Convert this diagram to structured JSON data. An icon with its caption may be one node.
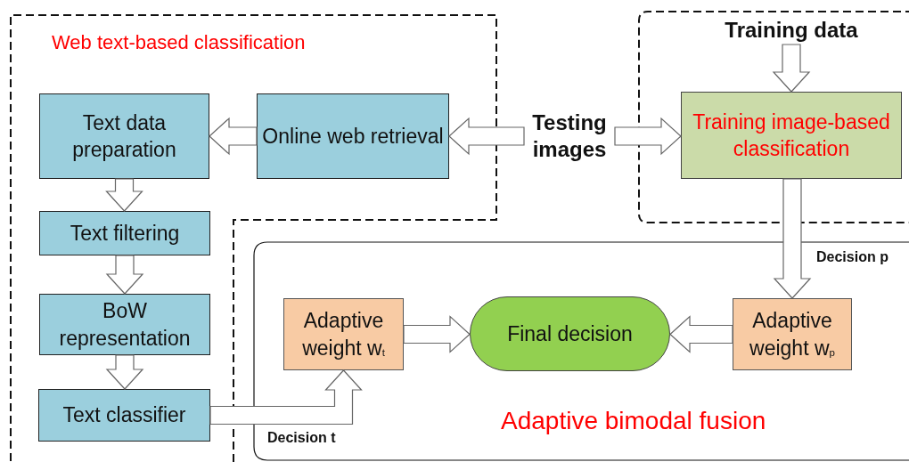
{
  "diagram": {
    "nodes": [
      {
        "text": [
          "Web text-based classification"
        ]
      },
      {
        "text": [
          "Text data preparation"
        ],
        "in": 0
      },
      {
        "text": [
          "Online web retrieval"
        ],
        "in": 0
      },
      {
        "text": [
          "Text filtering"
        ],
        "in": 0
      },
      {
        "text": [
          "BoW representation"
        ],
        "in": 0
      },
      {
        "text": [
          "Text classifier"
        ],
        "in": 0
      },
      {
        "text": [
          "Testing images"
        ]
      },
      {
        "text": [],
        "shape": "box"
      },
      {
        "text": [
          "Training data"
        ],
        "in": 7
      },
      {
        "text": [
          "Training image-based classification"
        ],
        "in": 7
      },
      {
        "text": [
          "Adaptive bimodal fusion"
        ]
      },
      {
        "text": [
          "Adaptive weight w$_{t}$"
        ]
      },
      {
        "text": [
          "Final decision"
        ],
        "in": 10
      },
      {
        "text": [
          "Adaptive weight w$_{p}$"
        ],
        "in": 10
      }
    ],
    "edges": [
      {
        "from": 6,
        "to": 2,
        "arrow": "to"
      },
      {
        "from": 2,
        "to": 1,
        "arrow": "to"
      },
      {
        "from": 6,
        "to": 9,
        "arrow": "to"
      },
      {
        "from": 8,
        "to": 9,
        "arrow": "to"
      },
      {
        "from": 1,
        "to": 3,
        "arrow": "to"
      },
      {
        "from": 3,
        "to": 4,
        "arrow": "to"
      },
      {
        "from": 4,
        "to": 5,
        "arrow": "to"
      },
      {
        "from": 5,
        "to": 11,
        "arrow": "to",
        "label": "Decision t"
      },
      {
        "from": 9,
        "to": 13,
        "arrow": "to",
        "label": "Decision p"
      },
      {
        "from": 11,
        "to": 12,
        "arrow": "to"
      },
      {
        "from": 13,
        "to": 12,
        "arrow": "to"
      }
    ]
  }
}
